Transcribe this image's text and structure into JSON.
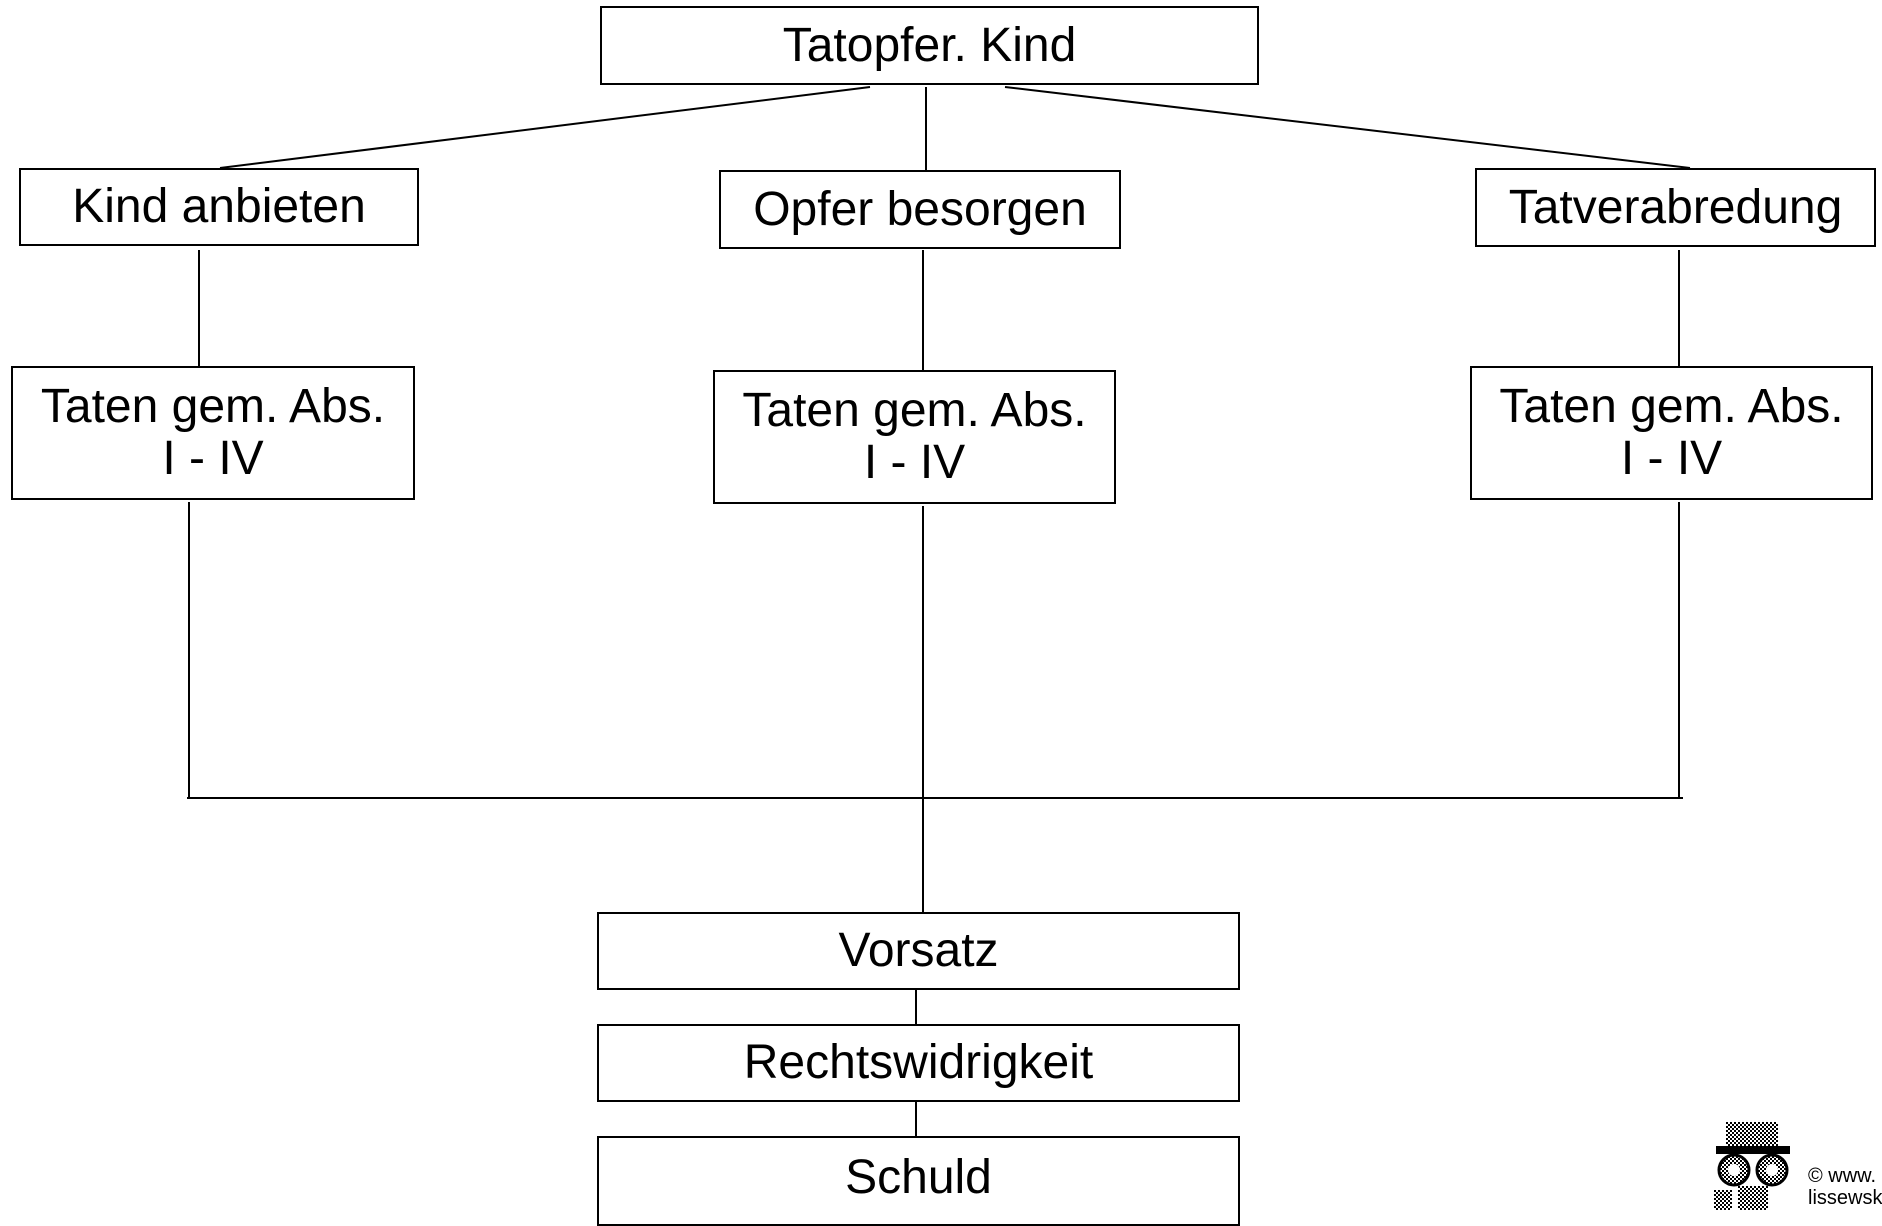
{
  "diagram": {
    "root": {
      "label": "Tatopfer. Kind"
    },
    "branches": [
      {
        "label": "Kind anbieten",
        "detail_line1": "Taten gem. Abs.",
        "detail_line2": "I - IV"
      },
      {
        "label": "Opfer besorgen",
        "detail_line1": "Taten gem. Abs.",
        "detail_line2": "I - IV"
      },
      {
        "label": "Tatverabredung",
        "detail_line1": "Taten gem. Abs.",
        "detail_line2": "I - IV"
      }
    ],
    "chain": [
      {
        "label": "Vorsatz"
      },
      {
        "label": "Rechtswidrigkeit"
      },
      {
        "label": "Schuld"
      }
    ]
  },
  "watermark": {
    "line1": "© www.",
    "line2": "lissewsk"
  },
  "colors": {
    "line": "#000000",
    "background": "#ffffff"
  }
}
